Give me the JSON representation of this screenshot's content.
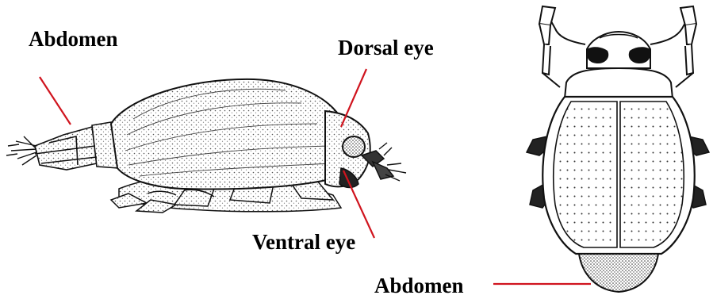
{
  "labels": {
    "abdomen_left": "Abdomen",
    "dorsal_eye": "Dorsal eye",
    "ventral_eye": "Ventral eye",
    "abdomen_right": "Abdomen"
  },
  "colors": {
    "leader_line": "#d0141e",
    "ink": "#111111",
    "background": "#ffffff"
  }
}
